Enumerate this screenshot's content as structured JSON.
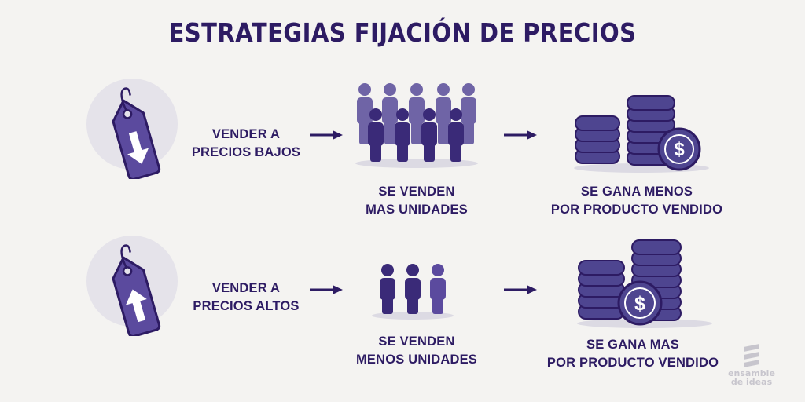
{
  "title": "ESTRATEGIAS FIJACIÓN DE PRECIOS",
  "rows": [
    {
      "strategy": [
        "VENDER A",
        "PRECIOS BAJOS"
      ],
      "units": [
        "SE VENDEN",
        "MAS UNIDADES"
      ],
      "margin": [
        "SE GANA MENOS",
        "POR PRODUCTO VENDIDO"
      ]
    },
    {
      "strategy": [
        "VENDER A",
        "PRECIOS ALTOS"
      ],
      "units": [
        "SE VENDEN",
        "MENOS UNIDADES"
      ],
      "margin": [
        "SE GANA MAS",
        "POR PRODUCTO VENDIDO"
      ]
    }
  ],
  "coin_symbol": "$",
  "watermark": [
    "ensamble",
    "de ideas"
  ],
  "icons": [
    "price-tag-down-icon",
    "price-tag-up-icon",
    "people-crowd-icon",
    "people-small-group-icon",
    "coin-stacks-icon",
    "arrow-right-icon",
    "ensamble-logo-icon"
  ],
  "colors": {
    "primary": "#2d1b63",
    "tag": "#5b4a9e",
    "people_dark": "#3a2a78",
    "people_light": "#6f64a6",
    "coin": "#4e4590",
    "circle": "#e5e3ea",
    "background": "#f4f3f1"
  }
}
